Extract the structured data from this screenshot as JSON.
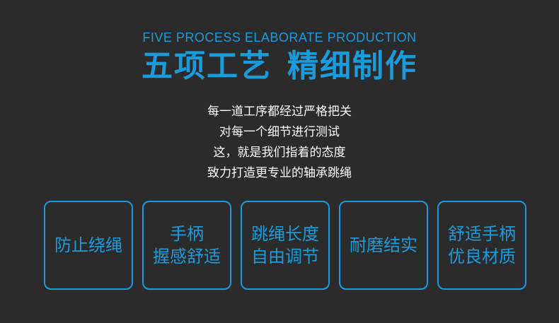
{
  "header": {
    "subtitle_en": "FIVE PROCESS ELABORATE PRODUCTION",
    "title_part1": "五项工艺",
    "title_part2": "精细制作"
  },
  "description": [
    "每一道工序都经过严格把关",
    "对每一个细节进行测试",
    "这，就是我们指着的态度",
    "致力打造更专业的轴承跳绳"
  ],
  "features": [
    {
      "lines": [
        "防止绕绳"
      ]
    },
    {
      "lines": [
        "手柄",
        "握感舒适"
      ]
    },
    {
      "lines": [
        "跳绳长度",
        "自由调节"
      ]
    },
    {
      "lines": [
        "耐磨结实"
      ]
    },
    {
      "lines": [
        "舒适手柄",
        "优良材质"
      ]
    }
  ],
  "colors": {
    "background": "#2b2b2c",
    "accent": "#1a9bdc",
    "text": "#ffffff"
  }
}
